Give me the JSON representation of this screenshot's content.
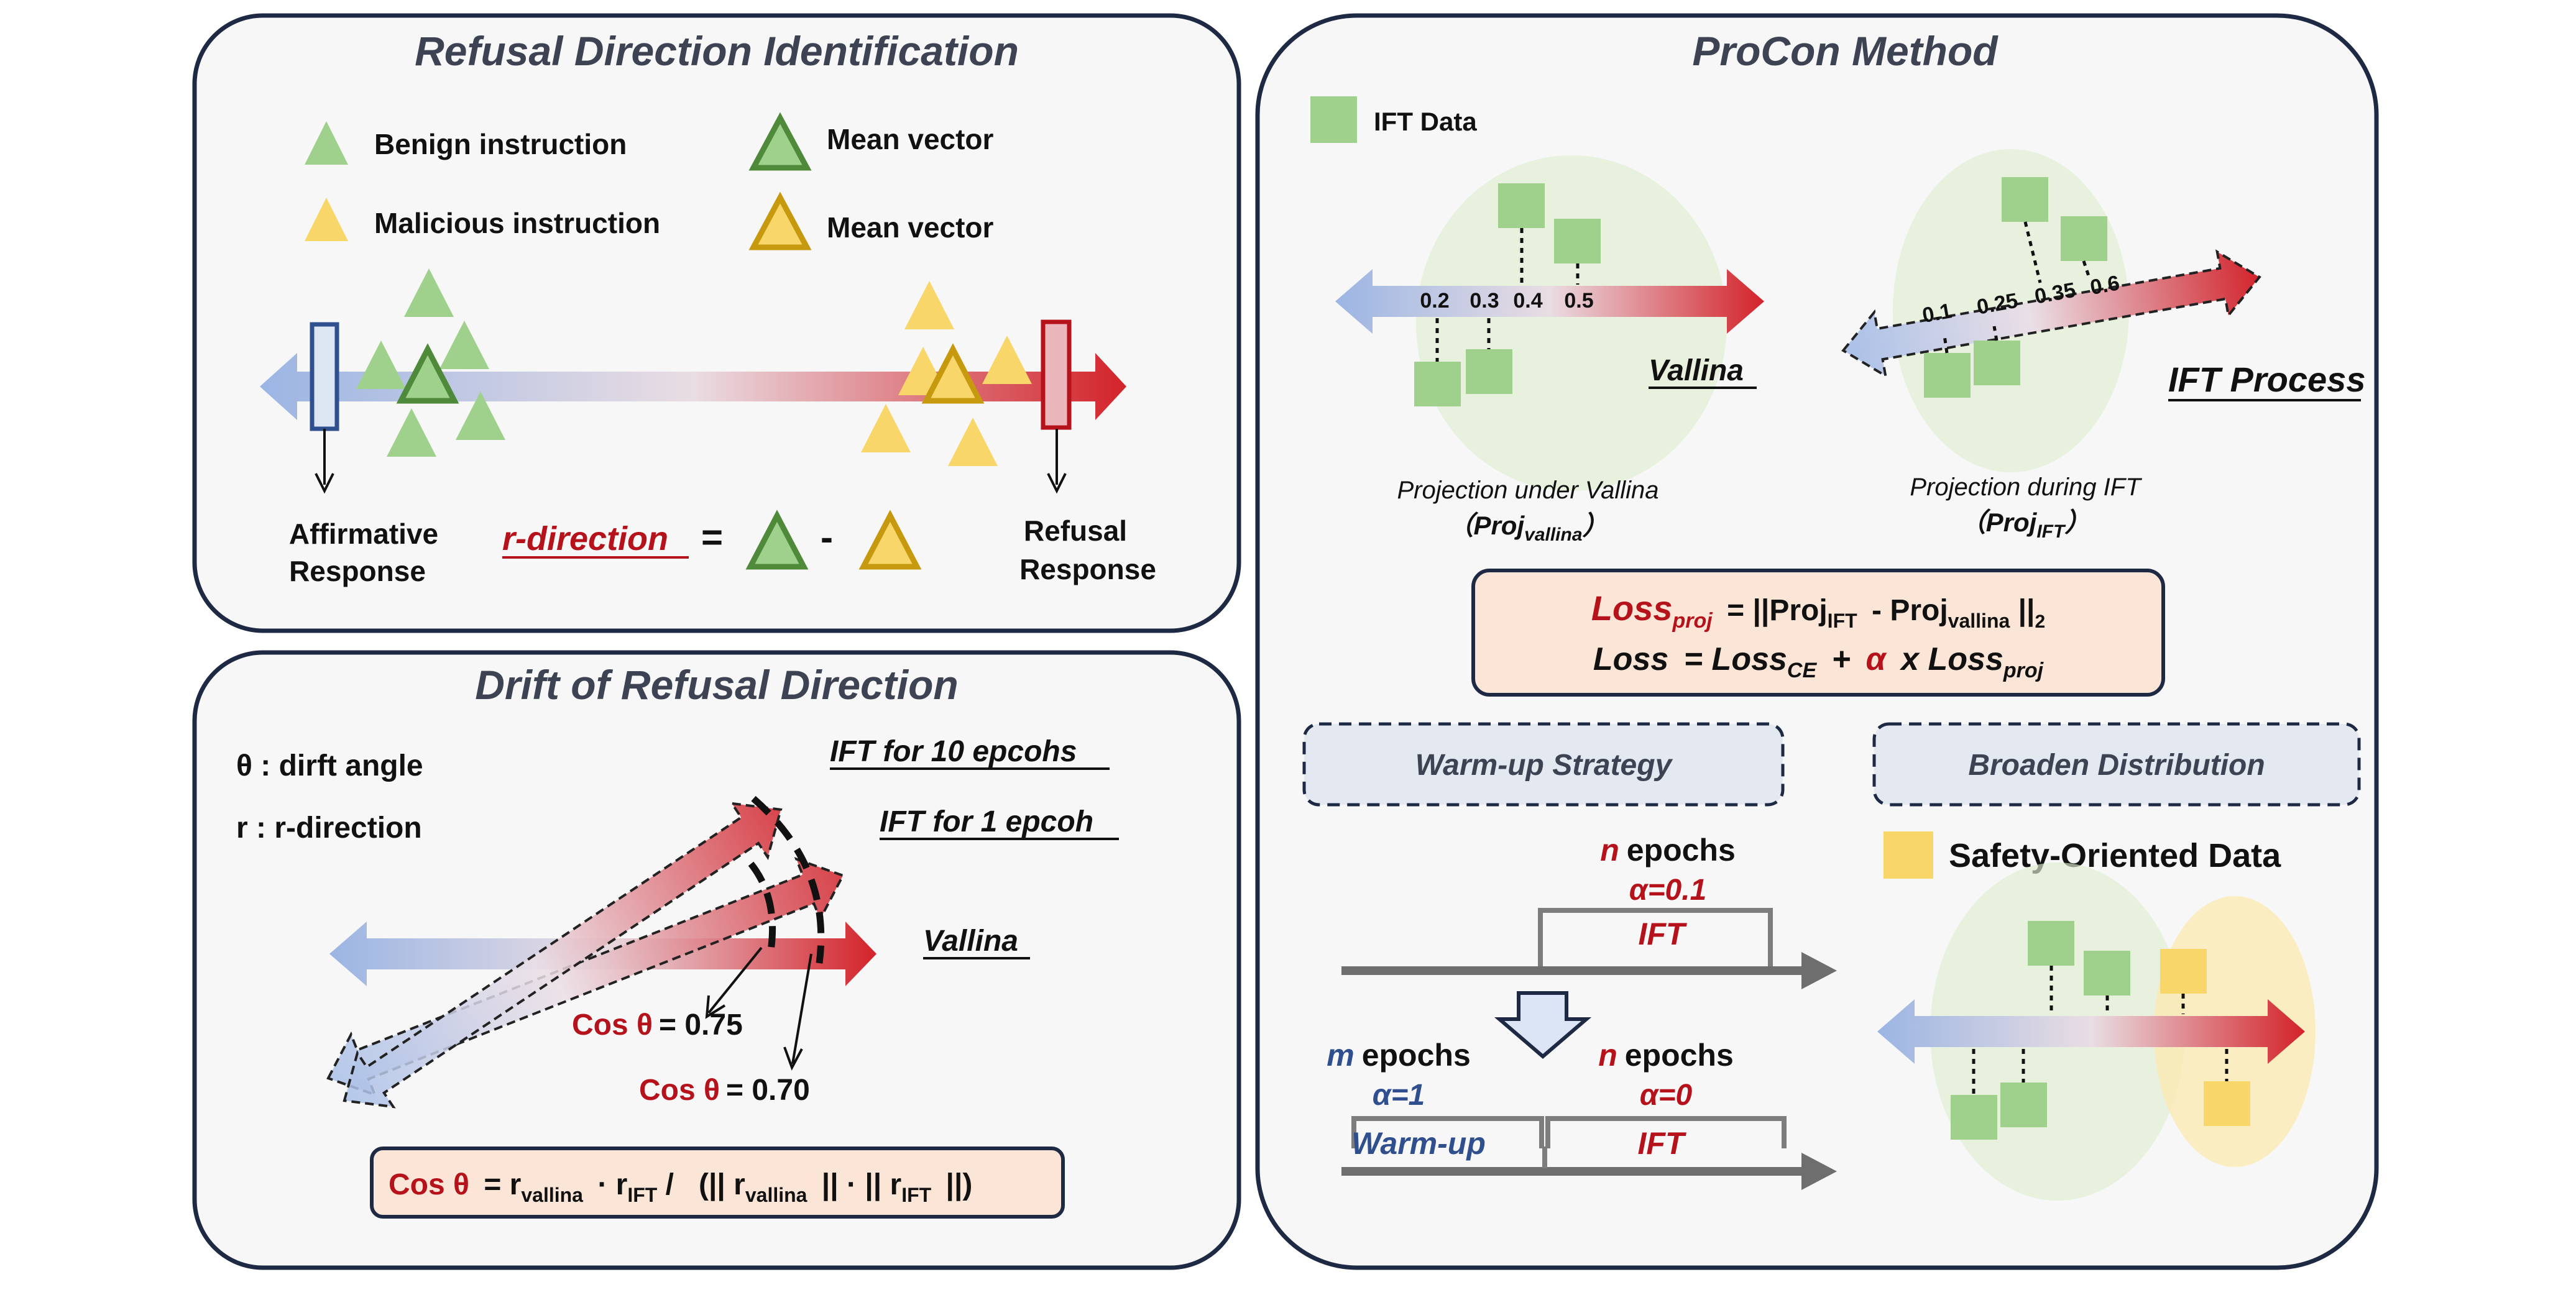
{
  "panels": {
    "refusal": {
      "title": "Refusal Direction Identification",
      "legend": {
        "benign": "Benign instruction",
        "malicious": "Malicious instruction",
        "mean_green": "Mean vector",
        "mean_yellow": "Mean vector"
      },
      "affirmative": [
        "Affirmative",
        "Response"
      ],
      "refusal_resp": [
        "Refusal",
        "Response"
      ],
      "rdir_label": "r-direction",
      "equals": "=",
      "minus": "-"
    },
    "drift": {
      "title": "Drift of Refusal Direction",
      "theta_def": "θ : dirft angle",
      "r_def": "r : r-direction",
      "ift10": "IFT for 10 epcohs",
      "ift1": "IFT for 1 epcoh",
      "vallina": "Vallina",
      "cos1_prefix": "Cos θ",
      "cos1_value": "= 0.75",
      "cos2_prefix": "Cos θ",
      "cos2_value": "= 0.70",
      "formula": {
        "cos": "Cos θ",
        "eq": "= r",
        "sub1": "vallina",
        "dot": "· r",
        "sub2": "IFT",
        "slash": "/   (|| r",
        "sub3": "vallina",
        "mid": "|| · || r",
        "sub4": "IFT",
        "end": "||)"
      }
    },
    "procon": {
      "title": "ProCon Method",
      "ift_data": "IFT Data",
      "vallina_values": [
        "0.2",
        "0.3",
        "0.4",
        "0.5"
      ],
      "ift_values": [
        "0.1",
        "0.25",
        "0.35",
        "0.6"
      ],
      "vallina_label": "Vallina",
      "ift_process_label": "IFT Process",
      "proj_vallina_caption": "Projection under Vallina",
      "proj_vallina_open": "（",
      "proj_vallina_main": "Proj",
      "proj_vallina_sub": "vallina",
      "proj_vallina_close": "）",
      "proj_ift_caption": "Projection during IFT",
      "proj_ift_main": "Proj",
      "proj_ift_sub": "IFT",
      "loss": {
        "l1_main": "Loss",
        "l1_sub": "proj",
        "l1_eq": "= ||Proj",
        "l1_sub2": "IFT",
        "l1_minus": "- Proj",
        "l1_sub3": "vallina",
        "l1_end": "||",
        "l1_sub4": "2",
        "l2_main": "Loss",
        "l2_eq": "= Loss",
        "l2_sub": "CE",
        "l2_plus": "+",
        "l2_alpha": "α",
        "l2_x": "x Loss",
        "l2_sub2": "proj"
      },
      "warmup_title": "Warm-up Strategy",
      "broaden_title": "Broaden Distribution",
      "safety_data": "Safety-Oriented Data",
      "timeline1": {
        "n": "n",
        "epochs": "epochs",
        "alpha": "α=0.1",
        "label": "IFT"
      },
      "timeline2": {
        "m": "m",
        "m_epochs": "epochs",
        "m_alpha": "α=1",
        "m_label": "Warm-up",
        "n": "n",
        "n_epochs": "epochs",
        "n_alpha": "α=0",
        "n_label": "IFT"
      }
    }
  },
  "colors": {
    "panel_border": "#1e2a44",
    "panel_fill": "#f7f7f7",
    "green": "#9fd08c",
    "green_dark": "#4f8a3a",
    "yellow": "#f8d66a",
    "yellow_dark": "#c6990f",
    "red": "#b5121b",
    "blue": "#2f4f8f",
    "formula_fill": "#fbe5d6"
  }
}
